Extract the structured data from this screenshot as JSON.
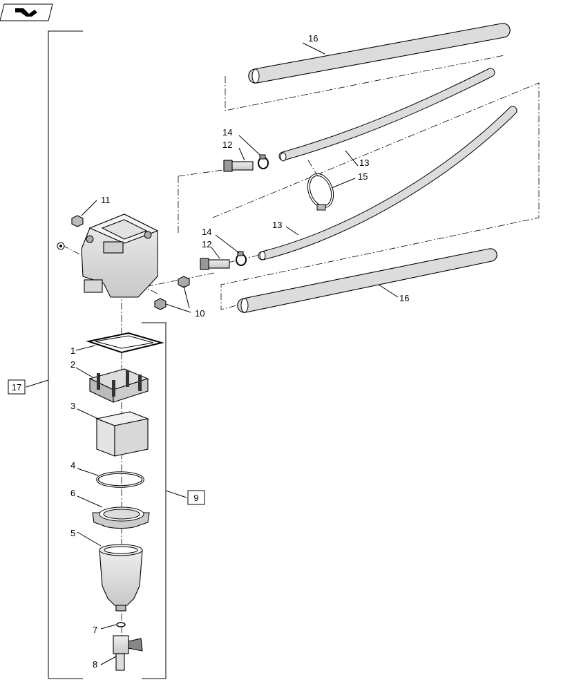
{
  "diagram": {
    "nav_icon": "navigate-arrow-icon",
    "callouts": {
      "c1": "1",
      "c2": "2",
      "c3": "3",
      "c4": "4",
      "c5": "5",
      "c6": "6",
      "c7": "7",
      "c8": "8",
      "c10": "10",
      "c11": "11",
      "c12a": "12",
      "c12b": "12",
      "c13a": "13",
      "c13b": "13",
      "c14a": "14",
      "c14b": "14",
      "c15": "15",
      "c16a": "16",
      "c16b": "16"
    },
    "boxed": {
      "b9": "9",
      "b17": "17"
    }
  }
}
